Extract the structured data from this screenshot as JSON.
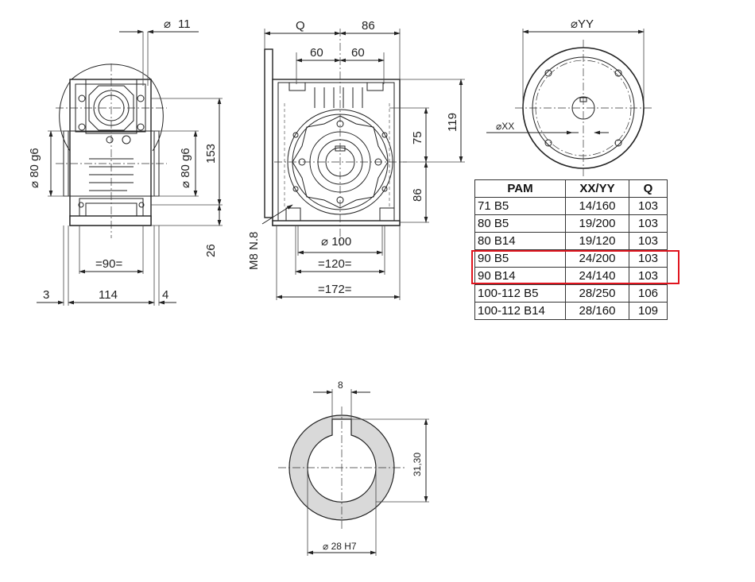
{
  "colors": {
    "highlight": "#e0141e",
    "shaft_fill": "#d9d9d9",
    "line": "#222222"
  },
  "side_view": {
    "dia_11": "11",
    "dia_80_left": "80 g6",
    "dia_80_right": "80 g6",
    "dim_153": "153",
    "dim_26": "26",
    "dim_90": "=90=",
    "dim_3": "3",
    "dim_114": "114",
    "dim_4": "4"
  },
  "front_view": {
    "dim_q": "Q",
    "dim_86_top": "86",
    "dim_60_left": "60",
    "dim_60_right": "60",
    "dim_119": "119",
    "dim_75": "75",
    "dim_86_right": "86",
    "thread": "M8 N.8",
    "dia_100": "100",
    "dim_120": "=120=",
    "dim_172": "=172="
  },
  "flange_view": {
    "dia_yy": "YY",
    "dia_xx": "XX"
  },
  "pam_table": {
    "headers": [
      "PAM",
      "XX/YY",
      "Q"
    ],
    "rows": [
      [
        "71 B5",
        "14/160",
        "103"
      ],
      [
        "80 B5",
        "19/200",
        "103"
      ],
      [
        "80 B14",
        "19/120",
        "103"
      ],
      [
        "90 B5",
        "24/200",
        "103"
      ],
      [
        "90 B14",
        "24/140",
        "103"
      ],
      [
        "100-112 B5",
        "28/250",
        "106"
      ],
      [
        "100-112 B14",
        "28/160",
        "109"
      ]
    ]
  },
  "bore_detail": {
    "key_width": "8",
    "key_height": "31,30",
    "bore_dia": "28 H7"
  }
}
